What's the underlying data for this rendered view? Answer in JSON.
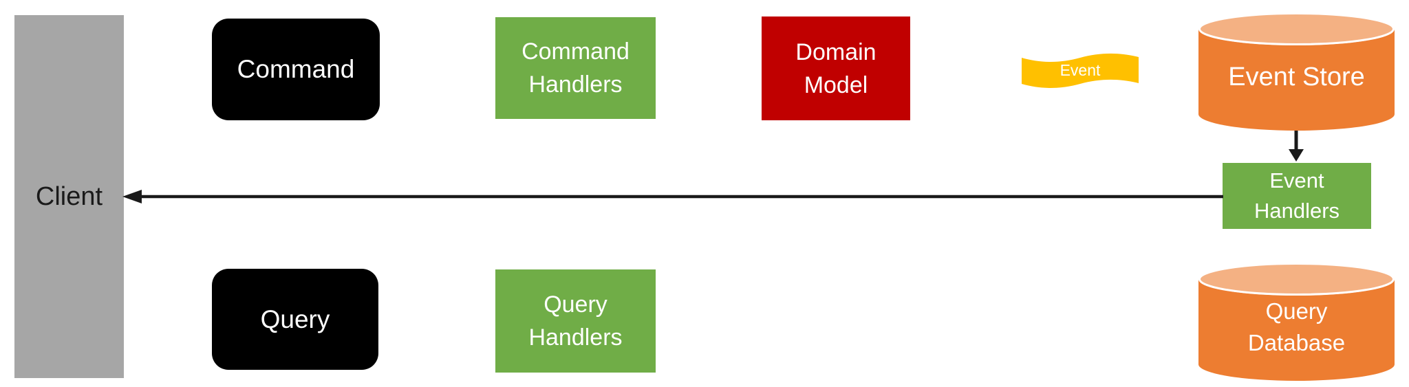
{
  "nodes": {
    "client": {
      "label": "Client"
    },
    "command": {
      "label": "Command"
    },
    "command_handlers": {
      "line1": "Command",
      "line2": "Handlers"
    },
    "domain_model": {
      "line1": "Domain",
      "line2": "Model"
    },
    "event": {
      "label": "Event"
    },
    "event_store": {
      "label": "Event Store"
    },
    "event_handlers": {
      "line1": "Event",
      "line2": "Handlers"
    },
    "query": {
      "label": "Query"
    },
    "query_handlers": {
      "line1": "Query",
      "line2": "Handlers"
    },
    "query_database": {
      "line1": "Query",
      "line2": "Database"
    }
  },
  "edges": [
    {
      "from": "event-store",
      "to": "event-handlers",
      "direction": "down"
    },
    {
      "from": "event-handlers",
      "to": "client",
      "direction": "left"
    }
  ],
  "colors": {
    "gray": "#A6A6A6",
    "black": "#000000",
    "green": "#70AD47",
    "red": "#C00000",
    "orange": "#ED7D31",
    "orange_light": "#F4B183",
    "gold": "#FFC000",
    "arrow": "#1A1A1A",
    "white": "#FFFFFF",
    "background": "#FFFFFF"
  }
}
